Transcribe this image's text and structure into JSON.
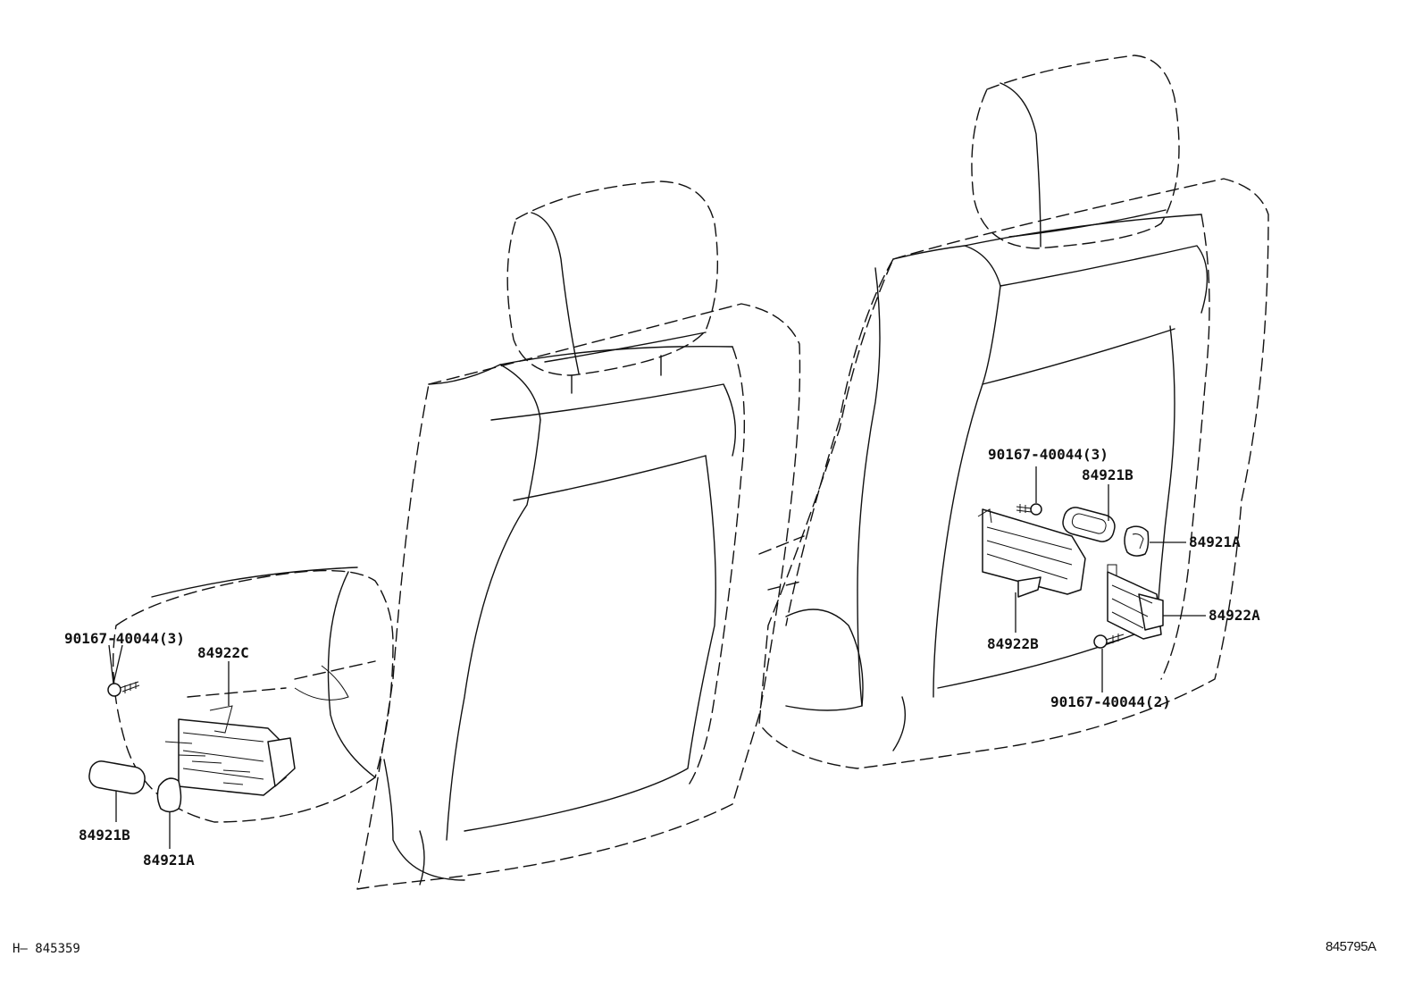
{
  "left_seat": {
    "labels": {
      "screw": "90167-40044(3)",
      "switch": "84922C",
      "knob_b": "84921B",
      "knob_a": "84921A"
    }
  },
  "right_seat": {
    "labels": {
      "screw_upper": "90167-40044(3)",
      "knob_b": "84921B",
      "knob_a": "84921A",
      "switch_a": "84922A",
      "switch_b": "84922B",
      "screw_lower": "90167-40044(2)"
    }
  },
  "footer": {
    "left_code": "H– 845359",
    "right_code": "845795A"
  }
}
